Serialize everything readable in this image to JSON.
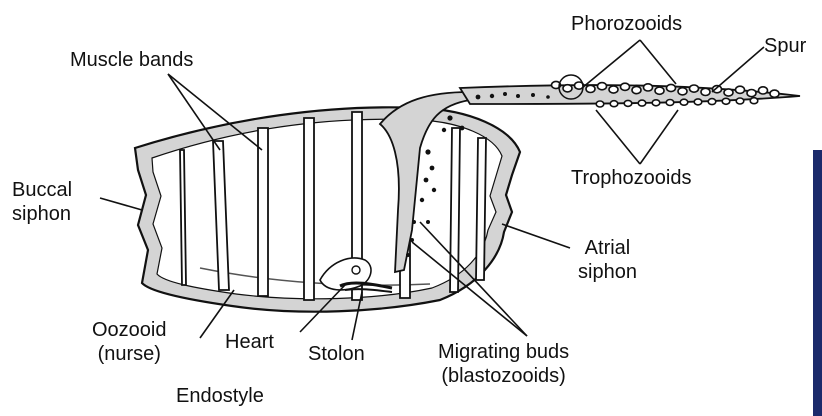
{
  "diagram": {
    "labels": {
      "phorozooids": "Phorozooids",
      "spur": "Spur",
      "muscle_bands": "Muscle bands",
      "trophozooids": "Trophozooids",
      "buccal_siphon": [
        "Buccal",
        "siphon"
      ],
      "atrial_siphon": [
        "Atrial",
        "siphon"
      ],
      "oozooid": [
        "Oozooid",
        "(nurse)"
      ],
      "heart": "Heart",
      "stolon": "Stolon",
      "migrating_buds": [
        "Migrating buds",
        "(blastozooids)"
      ],
      "endostyle": "Endostyle"
    },
    "colors": {
      "ink": "#111111",
      "body_fill": "#d4d4d4",
      "background": "#ffffff",
      "page_edge": "#1b2a6b"
    }
  }
}
